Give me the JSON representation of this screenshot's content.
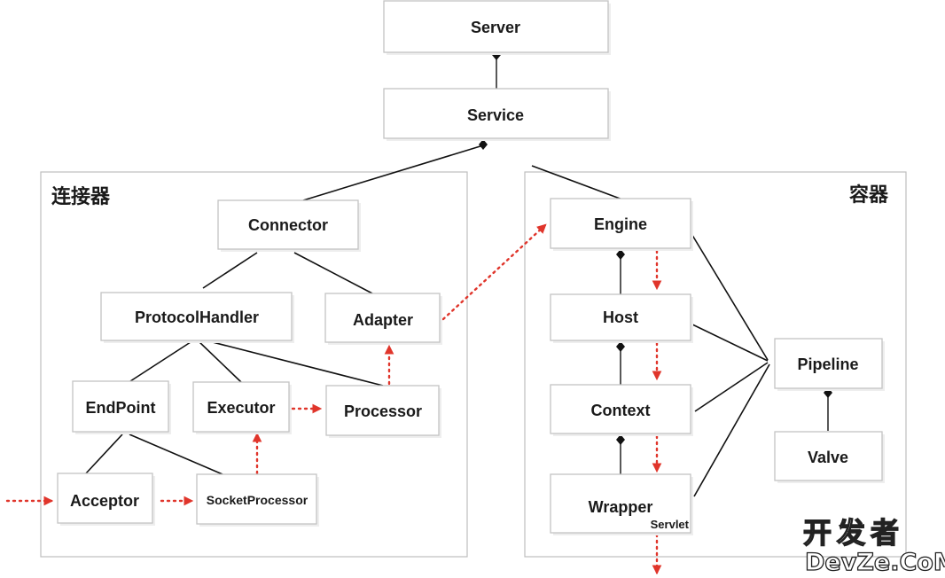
{
  "regions": {
    "connector_title": "连接器",
    "container_title": "容器"
  },
  "nodes": {
    "server": "Server",
    "service": "Service",
    "connector": "Connector",
    "protocol_handler": "ProtocolHandler",
    "adapter": "Adapter",
    "endpoint": "EndPoint",
    "executor": "Executor",
    "processor": "Processor",
    "acceptor": "Acceptor",
    "socket_processor": "SocketProcessor",
    "engine": "Engine",
    "host": "Host",
    "context": "Context",
    "wrapper": "Wrapper",
    "wrapper_sub": "Servlet",
    "pipeline": "Pipeline",
    "valve": "Valve"
  },
  "watermark": {
    "line1": "开发者",
    "line2": "DevZe.CoM"
  },
  "colors": {
    "flow_arrow": "#e0352b",
    "line": "#111111",
    "box_border": "#c4c4c4"
  }
}
